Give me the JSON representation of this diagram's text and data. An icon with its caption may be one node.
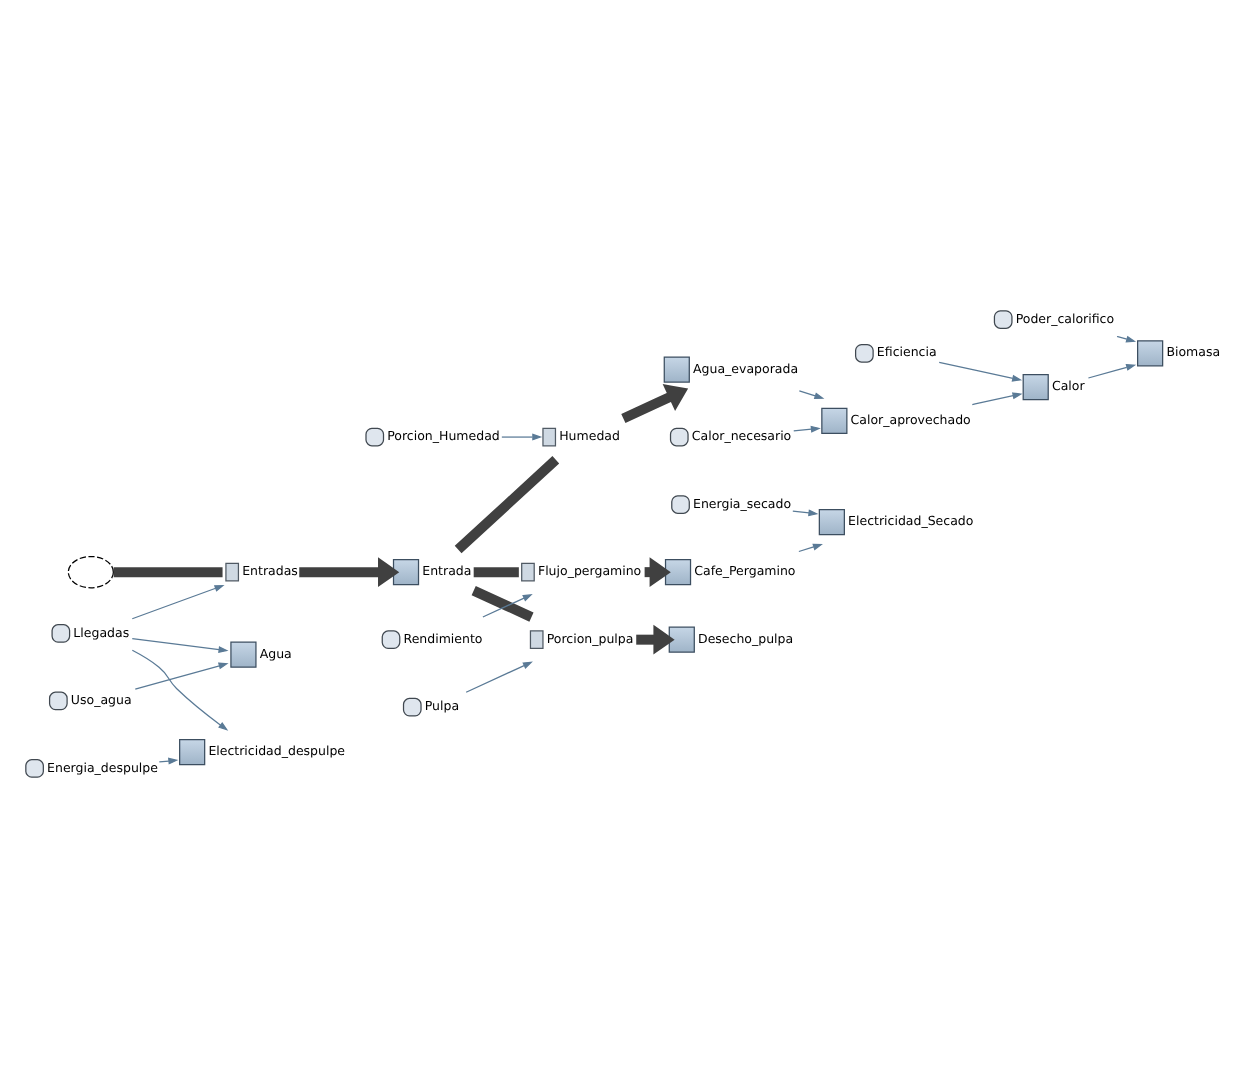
{
  "diagram": {
    "nodes": [
      {
        "text": [
          "Calor_necesario"
        ]
      },
      {
        "text": [
          "Calor_aprovechado"
        ]
      },
      {
        "text": [
          "Poder_calorifico"
        ]
      },
      {
        "text": [
          "Agua_evaporada"
        ]
      },
      {
        "text": [
          "Biomasa"
        ]
      },
      {
        "text": [
          "Porcion_Humedad"
        ]
      },
      {
        "text": [
          "Calor"
        ]
      },
      {
        "text": [
          "Humedad"
        ]
      },
      {
        "text": [
          "Eficiencia"
        ]
      },
      {
        "text": [],
        "shape": "cloud"
      },
      {
        "text": [
          "Entradas"
        ]
      },
      {
        "text": [
          "Entrada"
        ]
      },
      {
        "text": [
          "Flujo_pergamino"
        ]
      },
      {
        "text": [
          "Cafe_Pergamino"
        ]
      },
      {
        "text": [
          "Pulpa"
        ]
      },
      {
        "text": [
          "Porcion_pulpa"
        ]
      },
      {
        "text": [
          "Rendimiento"
        ]
      },
      {
        "text": [
          "Uso_agua"
        ]
      },
      {
        "text": [
          "Desecho_pulpa"
        ]
      },
      {
        "text": [
          "Agua"
        ]
      },
      {
        "text": [
          "Llegadas"
        ]
      },
      {
        "text": [
          "Energia_secado"
        ]
      },
      {
        "text": [
          "Electricidad_Secado"
        ]
      },
      {
        "text": [
          "Electricidad_despulpe"
        ]
      },
      {
        "text": [
          "Energia_despulpe"
        ]
      }
    ],
    "edges": [
      {
        "from": 9,
        "to": 10,
        "arrow": "none",
        "style": "thick",
        "color": "#404040"
      },
      {
        "from": 10,
        "to": 11,
        "arrow": "to",
        "style": "thick",
        "color": "#404040"
      },
      {
        "from": 11,
        "to": 7,
        "arrow": "none",
        "style": "thick",
        "color": "#404040"
      },
      {
        "from": 7,
        "to": 3,
        "arrow": "to",
        "style": "thick",
        "color": "#404040"
      },
      {
        "from": 11,
        "to": 12,
        "arrow": "none",
        "style": "thick",
        "color": "#404040"
      },
      {
        "from": 12,
        "to": 13,
        "arrow": "to",
        "style": "thick",
        "color": "#404040"
      },
      {
        "from": 11,
        "to": 15,
        "arrow": "none",
        "style": "thick",
        "color": "#404040"
      },
      {
        "from": 15,
        "to": 18,
        "arrow": "to",
        "style": "thick",
        "color": "#404040"
      },
      {
        "from": 0,
        "to": 1,
        "arrow": "to"
      },
      {
        "from": 3,
        "to": 1,
        "arrow": "to"
      },
      {
        "from": 1,
        "to": 6,
        "arrow": "to"
      },
      {
        "from": 8,
        "to": 6,
        "arrow": "to"
      },
      {
        "from": 6,
        "to": 4,
        "arrow": "to"
      },
      {
        "from": 2,
        "to": 4,
        "arrow": "to"
      },
      {
        "from": 5,
        "to": 7,
        "arrow": "to"
      },
      {
        "from": 14,
        "to": 15,
        "arrow": "to"
      },
      {
        "from": 16,
        "to": 12,
        "arrow": "to"
      },
      {
        "from": 20,
        "to": 10,
        "arrow": "to"
      },
      {
        "from": 17,
        "to": 19,
        "arrow": "to"
      },
      {
        "from": 20,
        "to": 19,
        "arrow": "to"
      },
      {
        "from": 20,
        "to": 23,
        "arrow": "to"
      },
      {
        "from": 24,
        "to": 23,
        "arrow": "to"
      },
      {
        "from": 21,
        "to": 22,
        "arrow": "to"
      },
      {
        "from": 13,
        "to": 22,
        "arrow": "to"
      }
    ]
  }
}
